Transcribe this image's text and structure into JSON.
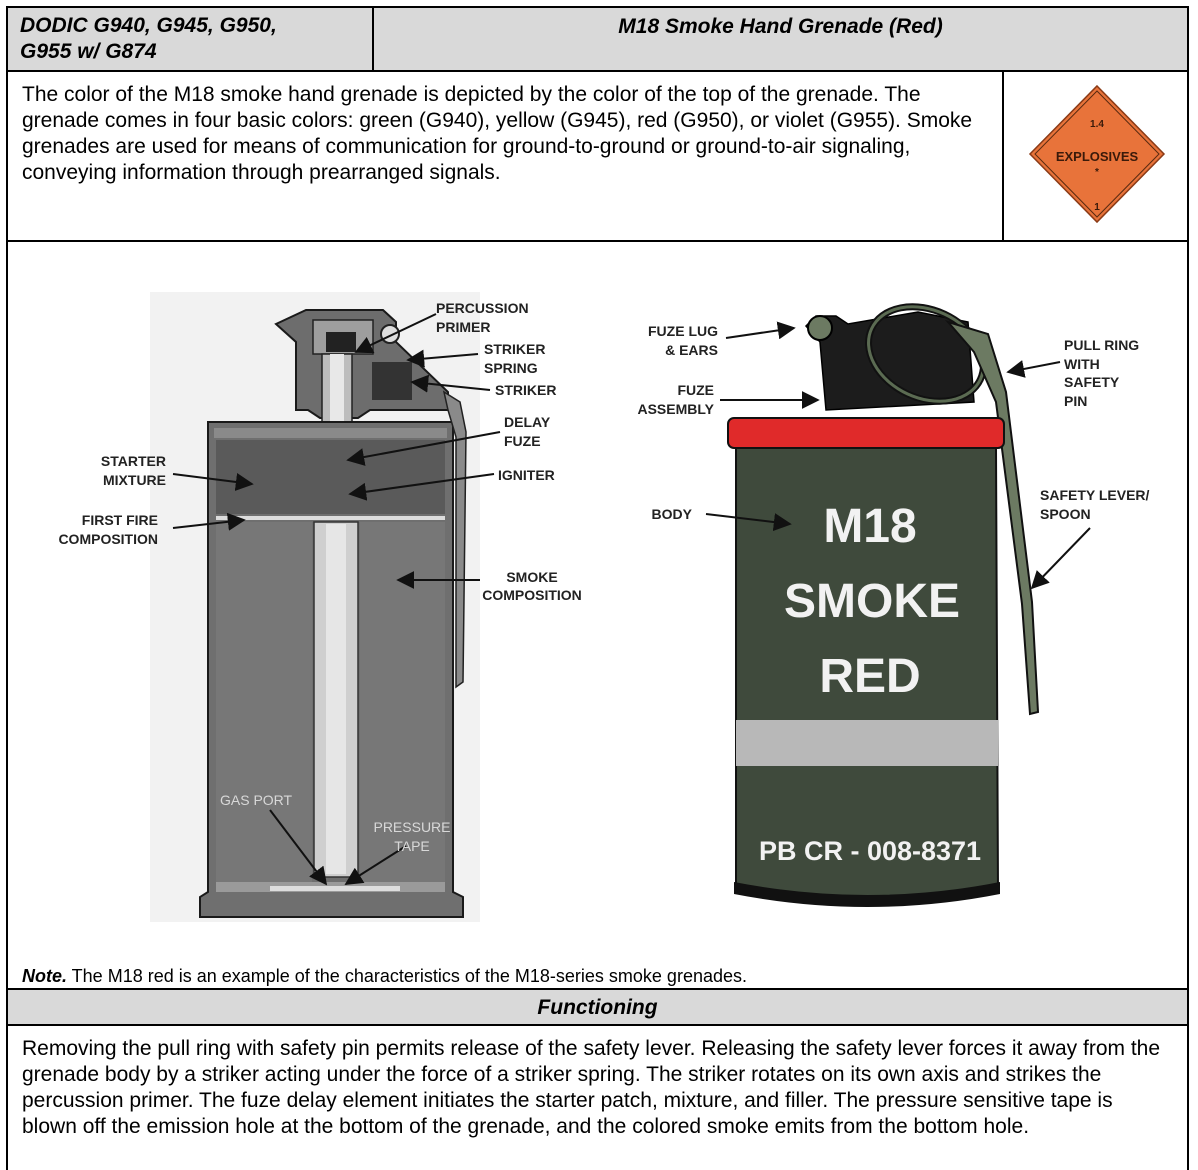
{
  "header": {
    "dodic_line1": "DODIC G940, G945, G950,",
    "dodic_line2": "G955 w/ G874",
    "title": "M18 Smoke Hand Grenade (Red)"
  },
  "description": "The color of the M18 smoke hand grenade is depicted by the color of the top of the grenade. The grenade comes in four basic colors: green (G940), yellow (G945), red (G950), or violet (G955). Smoke grenades are used for means of communication for ground-to-ground or ground-to-air signaling, conveying information through prearranged signals.",
  "hazard_label": {
    "division": "1.4",
    "text": "EXPLOSIVES",
    "star": "*",
    "class": "1",
    "color": "#e8733a"
  },
  "cutaway_labels": {
    "percussion_primer_1": "PERCUSSION",
    "percussion_primer_2": "PRIMER",
    "striker_spring_1": "STRIKER",
    "striker_spring_2": "SPRING",
    "striker": "STRIKER",
    "delay_fuze_1": "DELAY",
    "delay_fuze_2": "FUZE",
    "igniter": "IGNITER",
    "starter_mixture_1": "STARTER",
    "starter_mixture_2": "MIXTURE",
    "first_fire_1": "FIRST FIRE",
    "first_fire_2": "COMPOSITION",
    "smoke_comp_1": "SMOKE",
    "smoke_comp_2": "COMPOSITION",
    "gas_port": "GAS PORT",
    "pressure_tape_1": "PRESSURE",
    "pressure_tape_2": "TAPE"
  },
  "exterior_labels": {
    "fuze_lug_1": "FUZE LUG",
    "fuze_lug_2": "& EARS",
    "fuze_assembly_1": "FUZE",
    "fuze_assembly_2": "ASSEMBLY",
    "body": "BODY",
    "pull_ring_1": "PULL RING",
    "pull_ring_2": "WITH",
    "pull_ring_3": "SAFETY",
    "pull_ring_4": "PIN",
    "safety_lever_1": "SAFETY LEVER/",
    "safety_lever_2": "SPOON"
  },
  "grenade_markings": {
    "line1": "M18",
    "line2": "SMOKE",
    "line3": "RED",
    "lot": "PB CR - 008-8371",
    "body_color": "#3f4a3c",
    "top_color": "#e02a2a"
  },
  "note": {
    "label": "Note.",
    "text": " The M18 red is an example of the characteristics of the M18-series smoke grenades."
  },
  "functioning": {
    "title": "Functioning",
    "text": "Removing the pull ring with safety pin permits release of the safety lever. Releasing the safety lever forces it away from the grenade body by a striker acting under the force of a striker spring. The striker rotates on its own axis and strikes the percussion primer. The fuze delay element initiates the starter patch, mixture, and filler. The pressure sensitive tape is blown off the emission hole at the bottom of the grenade, and the colored smoke emits from the bottom hole."
  }
}
